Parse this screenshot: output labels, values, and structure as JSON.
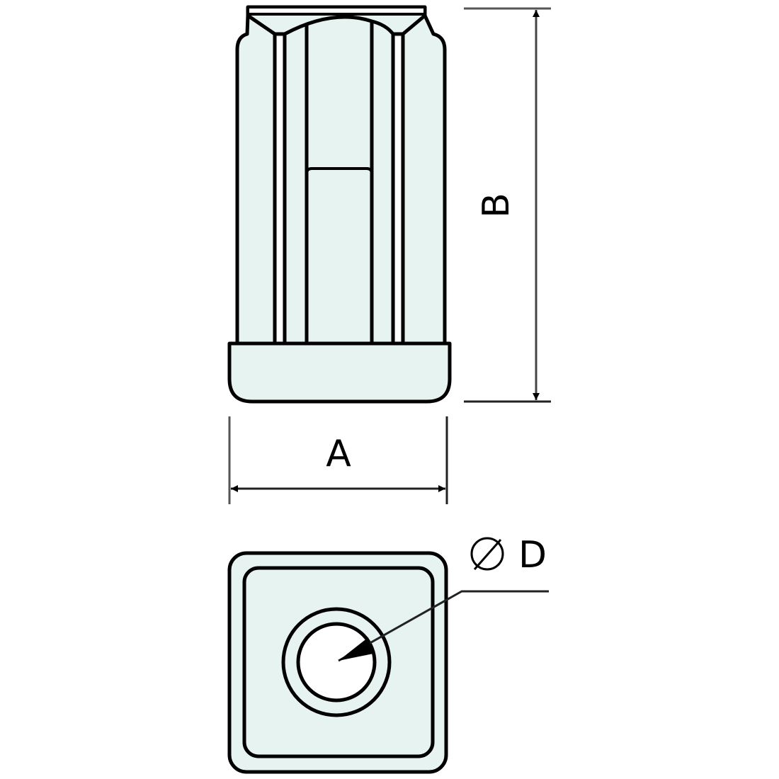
{
  "drawing": {
    "type": "technical-drawing",
    "subject": "square tube insert with round socket",
    "colors": {
      "fill": "#e6f3f1",
      "outline": "#000000",
      "dimension_line": "#555555",
      "background": "#ffffff",
      "hole": "#ffffff"
    }
  },
  "dimensions": {
    "width_label": "A",
    "height_label": "B",
    "diameter_label": "D",
    "diameter_symbol": "∅"
  },
  "views": {
    "side": "side-elevation",
    "bottom": "bottom-plan"
  }
}
